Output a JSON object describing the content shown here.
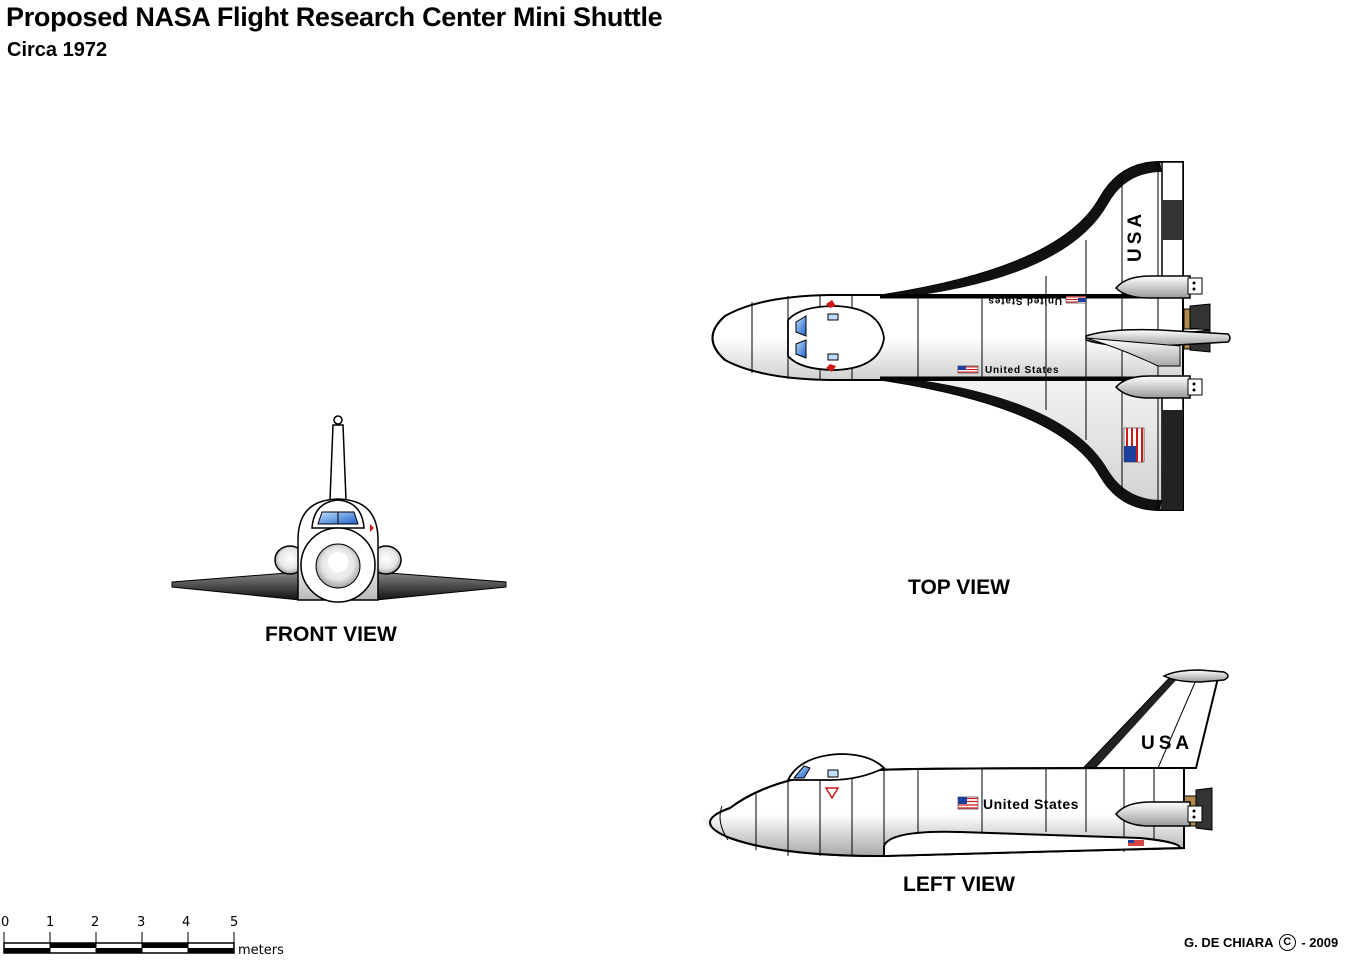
{
  "title": "Proposed NASA Flight Research Center Mini Shuttle",
  "subtitle": "Circa 1972",
  "views": {
    "front": "FRONT VIEW",
    "top": "TOP VIEW",
    "left": "LEFT VIEW"
  },
  "markings": {
    "country": "USA",
    "name": "United States"
  },
  "scale": {
    "ticks": [
      "0",
      "1",
      "2",
      "3",
      "4",
      "5"
    ],
    "unit": "meters"
  },
  "credit": {
    "author": "G. DE CHIARA",
    "symbol": "C",
    "year": "- 2009"
  },
  "colors": {
    "outline": "#000000",
    "body": "#ffffff",
    "shade": "#bdbdbd",
    "window": "#2f6fd0",
    "flag_red": "#d01818",
    "flag_blue": "#1c3f9e",
    "nozzle": "#b08a4a"
  }
}
